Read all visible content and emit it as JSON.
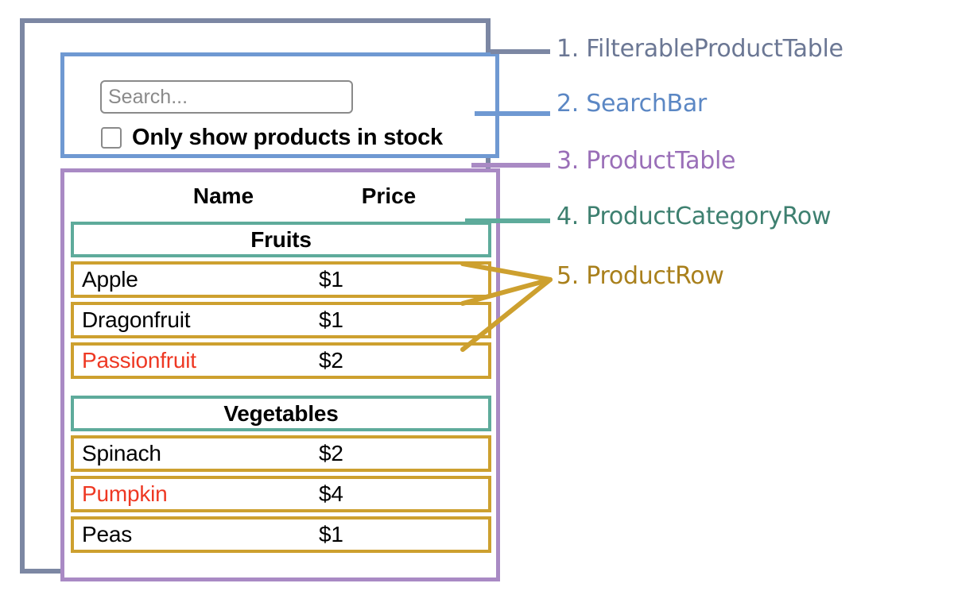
{
  "diagram": {
    "title": "React component hierarchy annotation",
    "colors": {
      "filterable_product_table": "#7c87a3",
      "search_bar": "#6f99d2",
      "product_table": "#a98ac4",
      "product_category_row": "#5eab9b",
      "product_row": "#cda02f",
      "out_of_stock_text": "#ee3823"
    }
  },
  "search_bar": {
    "input_value": "",
    "input_placeholder": "Search...",
    "checkbox_checked": false,
    "checkbox_label": "Only show products in stock"
  },
  "product_table": {
    "columns": [
      "Name",
      "Price"
    ],
    "sections": [
      {
        "category": "Fruits",
        "products": [
          {
            "name": "Apple",
            "price": "$1",
            "in_stock": true
          },
          {
            "name": "Dragonfruit",
            "price": "$1",
            "in_stock": true
          },
          {
            "name": "Passionfruit",
            "price": "$2",
            "in_stock": false
          }
        ]
      },
      {
        "category": "Vegetables",
        "products": [
          {
            "name": "Spinach",
            "price": "$2",
            "in_stock": true
          },
          {
            "name": "Pumpkin",
            "price": "$4",
            "in_stock": false
          },
          {
            "name": "Peas",
            "price": "$1",
            "in_stock": true
          }
        ]
      }
    ]
  },
  "annotations": [
    {
      "number": "1.",
      "name": "FilterableProductTable",
      "color": "#6b7794"
    },
    {
      "number": "2.",
      "name": "SearchBar",
      "color": "#5b87c4"
    },
    {
      "number": "3.",
      "name": "ProductTable",
      "color": "#9a6fb8"
    },
    {
      "number": "4.",
      "name": "ProductCategoryRow",
      "color": "#3e8070"
    },
    {
      "number": "5.",
      "name": "ProductRow",
      "color": "#a9801c"
    }
  ]
}
